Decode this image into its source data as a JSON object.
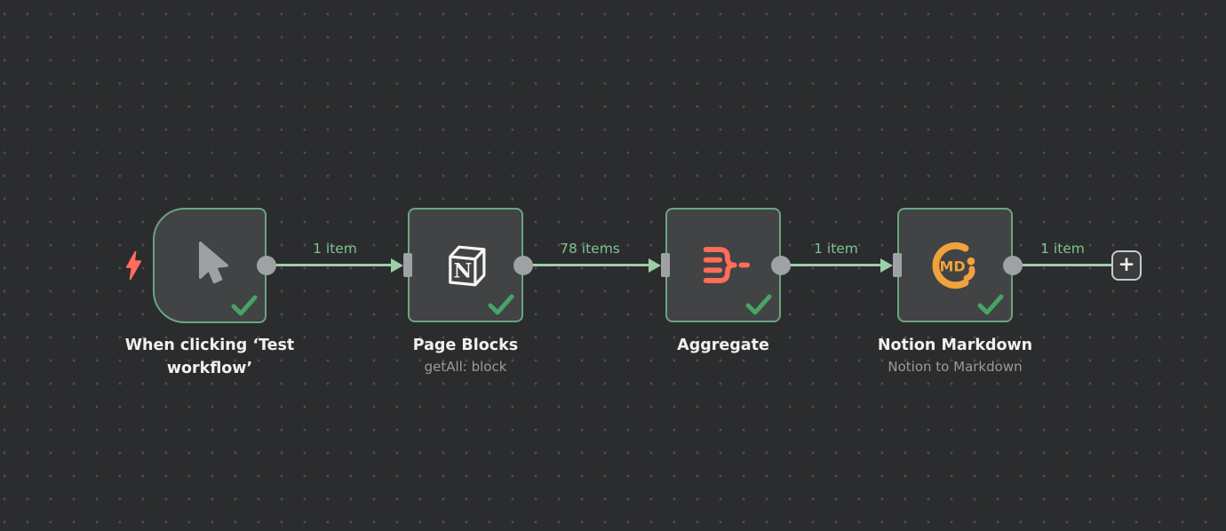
{
  "canvas": {
    "background_color": "#2b2c2d",
    "dot_color": "#4d4e50"
  },
  "colors": {
    "node_fill": "#414345",
    "node_success_border": "#6ca47f",
    "connection_green": "#9ccfa9",
    "connection_label_green": "#7ec492",
    "checkmark_green": "#4aa263",
    "connector_gray": "#9fa1a4",
    "trigger_bolt_red": "#ff6d5a",
    "aggregate_icon_red": "#ff6d5a",
    "markdown_icon_orange": "#f0a23c",
    "title_color": "#f0f0f0",
    "subtitle_color": "#9b9b9b"
  },
  "nodes": [
    {
      "title": "When clicking ‘Test workflow’",
      "subtitle": "",
      "icon": "cursor-icon",
      "type": "manual-trigger",
      "status": "success"
    },
    {
      "title": "Page Blocks",
      "subtitle": "getAll: block",
      "icon": "notion-icon",
      "type": "notion",
      "status": "success"
    },
    {
      "title": "Aggregate",
      "subtitle": "",
      "icon": "aggregate-icon",
      "type": "aggregate",
      "status": "success"
    },
    {
      "title": "Notion Markdown",
      "subtitle": "Notion to Markdown",
      "icon": "notion-markdown-icon",
      "type": "notion-to-markdown",
      "status": "success"
    }
  ],
  "connections": [
    {
      "label": "1 item"
    },
    {
      "label": "78 items"
    },
    {
      "label": "1 item"
    },
    {
      "label": "1 item"
    }
  ],
  "add_button": {
    "label": "+"
  }
}
